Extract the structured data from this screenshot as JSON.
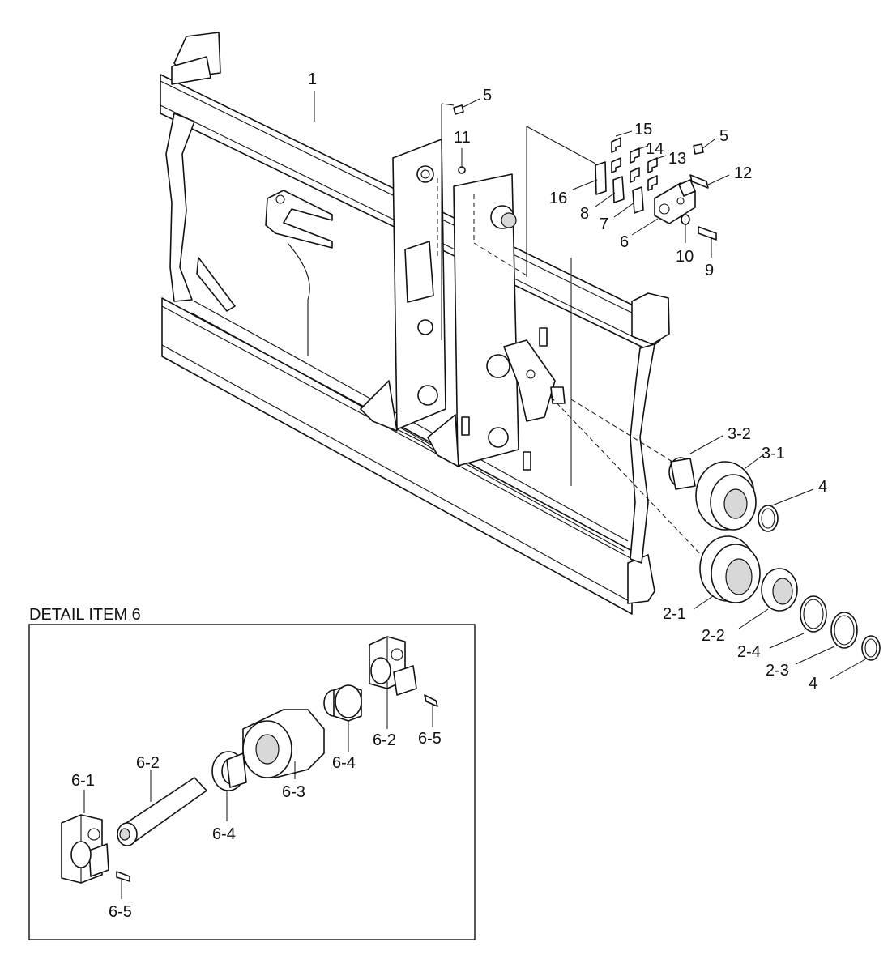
{
  "detail_title": "DETAIL ITEM 6",
  "labels": {
    "l1": "1",
    "l5a": "5",
    "l11": "11",
    "l15": "15",
    "l14": "14",
    "l13": "13",
    "l5b": "5",
    "l12": "12",
    "l16": "16",
    "l8": "8",
    "l7": "7",
    "l6": "6",
    "l10": "10",
    "l9": "9",
    "l3_2": "3-2",
    "l3_1": "3-1",
    "l4a": "4",
    "l2_1": "2-1",
    "l2_2": "2-2",
    "l2_4": "2-4",
    "l2_3": "2-3",
    "l4b": "4",
    "d6_1": "6-1",
    "d6_2a": "6-2",
    "d6_5a": "6-5",
    "d6_4a": "6-4",
    "d6_3": "6-3",
    "d6_4b": "6-4",
    "d6_2b": "6-2",
    "d6_5b": "6-5"
  }
}
